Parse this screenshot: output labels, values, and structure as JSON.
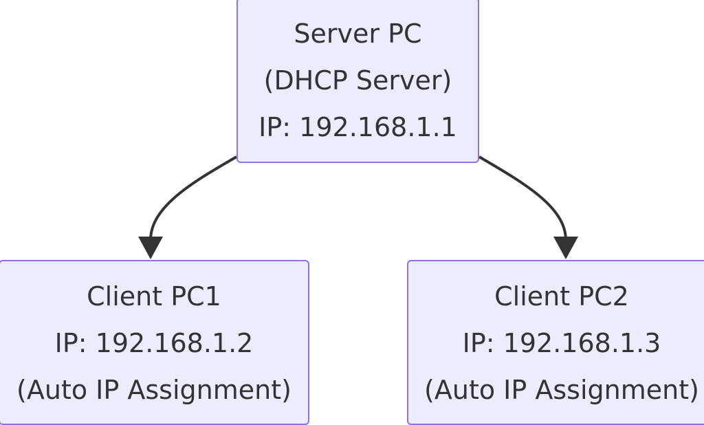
{
  "diagram": {
    "nodes": {
      "server": {
        "lines": [
          "Server PC",
          "(DHCP Server)",
          "IP: 192.168.1.1"
        ]
      },
      "client1": {
        "lines": [
          "Client PC1",
          "IP: 192.168.1.2",
          "(Auto IP Assignment)"
        ]
      },
      "client2": {
        "lines": [
          "Client PC2",
          "IP: 192.168.1.3",
          "(Auto IP Assignment)"
        ]
      }
    },
    "edges": [
      {
        "from": "server",
        "to": "client1"
      },
      {
        "from": "server",
        "to": "client2"
      }
    ],
    "colors": {
      "node_fill": "#ececff",
      "node_border": "#9370db",
      "edge": "#333333",
      "text": "#333333"
    }
  }
}
